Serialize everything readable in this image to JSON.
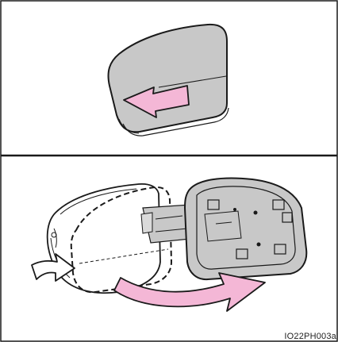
{
  "figure": {
    "code": "IO22PH003a"
  },
  "colors": {
    "mirror_fill": "#c8c8c8",
    "arrow_fill": "#f4b7d6",
    "line": "#1a1a1a",
    "background": "#ffffff"
  },
  "panels": [
    {
      "name": "top-panel",
      "icons": [
        "mirror-glass",
        "push-arrow"
      ]
    },
    {
      "name": "bottom-panel",
      "icons": [
        "mirror-housing",
        "detached-mirror-glass",
        "insert-arrow",
        "rotate-arrow"
      ]
    }
  ]
}
